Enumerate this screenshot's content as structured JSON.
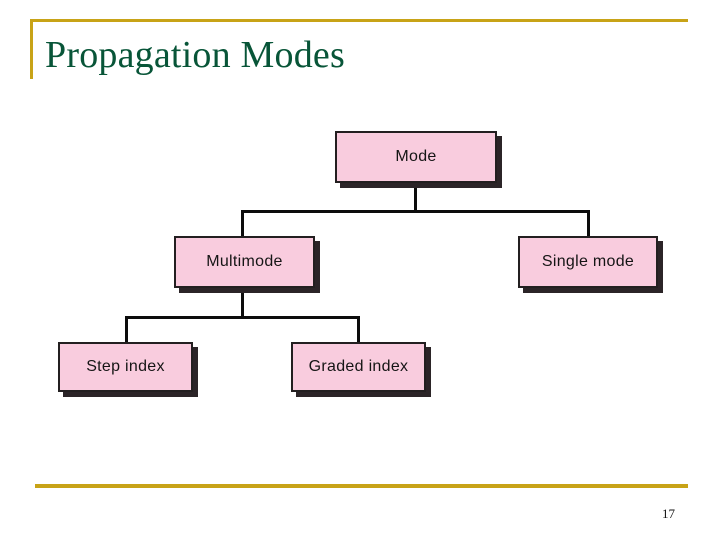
{
  "slide": {
    "title": "Propagation Modes",
    "page_number": "17",
    "accent_color": "#c8a317",
    "title_color": "#085538",
    "node_fill": "#f9ccde",
    "node_border": "#231f20",
    "shadow_color": "#2b2427",
    "connector_color": "#0c0c0c",
    "background": "#ffffff"
  },
  "diagram": {
    "type": "tree",
    "nodes": [
      {
        "id": "mode",
        "label": "Mode",
        "level": 0,
        "parent": null
      },
      {
        "id": "multimode",
        "label": "Multimode",
        "level": 1,
        "parent": "mode"
      },
      {
        "id": "single-mode",
        "label": "Single mode",
        "level": 1,
        "parent": "mode"
      },
      {
        "id": "step-index",
        "label": "Step index",
        "level": 2,
        "parent": "multimode"
      },
      {
        "id": "graded-index",
        "label": "Graded index",
        "level": 2,
        "parent": "multimode"
      }
    ]
  }
}
